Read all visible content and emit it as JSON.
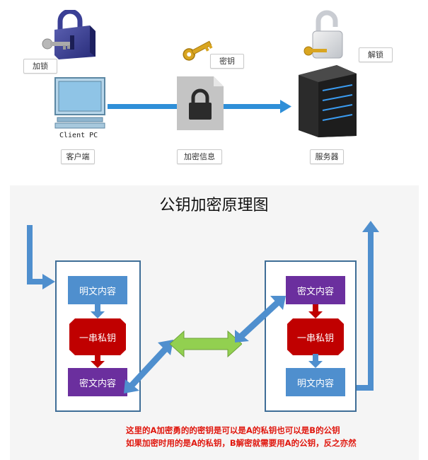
{
  "top_labels": {
    "lock": "加锁",
    "key": "密钥",
    "unlock": "解锁",
    "client_pc": "Client PC",
    "client": "客户端",
    "encrypted_info": "加密信息",
    "server": "服务器"
  },
  "diagram": {
    "title": "公钥加密原理图",
    "left_flow": {
      "top": "明文内容",
      "middle": "一串私钥",
      "bottom": "密文内容"
    },
    "right_flow": {
      "top": "密文内容",
      "middle": "一串私钥",
      "bottom": "明文内容"
    },
    "note_line1": "这里的A加密勇的的密钥是可以是A的私钥也可以是B的公钥",
    "note_line2": "如果加密时用的是A的私钥，B解密就需要用A的公钥，反之亦然"
  },
  "colors": {
    "blue_node": "#4f8fce",
    "red_node": "#c00000",
    "purple_node": "#6b2f9e",
    "arrow_blue": "#4f8fce",
    "arrow_green": "#92d050",
    "box_border": "#3f6e97",
    "note_red": "#e0180f"
  },
  "icons": [
    "padlock-key-icon",
    "gold-key-icon",
    "open-padlock-icon",
    "monitor-icon",
    "locked-document-icon",
    "server-icon"
  ]
}
